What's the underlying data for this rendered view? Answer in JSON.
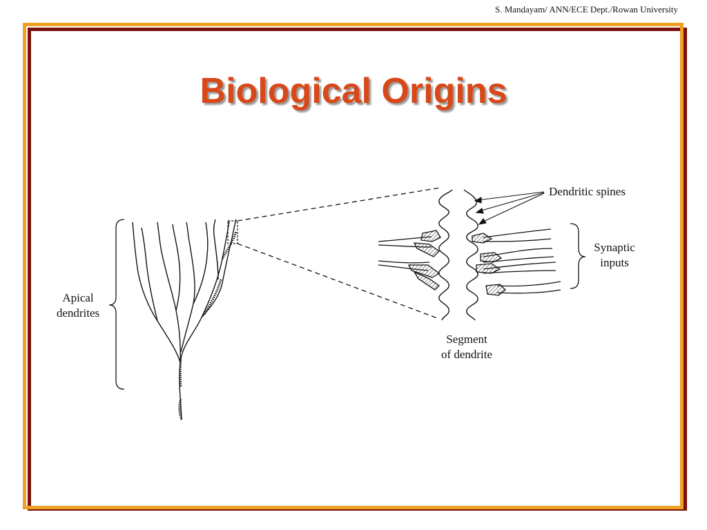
{
  "header": {
    "credit": "S. Mandayam/ ANN/ECE Dept./Rowan University"
  },
  "slide": {
    "title": "Biological Origins"
  },
  "figure": {
    "labels": {
      "apical_line1": "Apical",
      "apical_line2": "dendrites",
      "dendritic_spines": "Dendritic spines",
      "synaptic_line1": "Synaptic",
      "synaptic_line2": "inputs",
      "segment_line1": "Segment",
      "segment_line2": "of dendrite"
    }
  },
  "colors": {
    "title": "#d84818",
    "frame_outer": "#7a1010",
    "frame_inner": "#f0a020"
  }
}
